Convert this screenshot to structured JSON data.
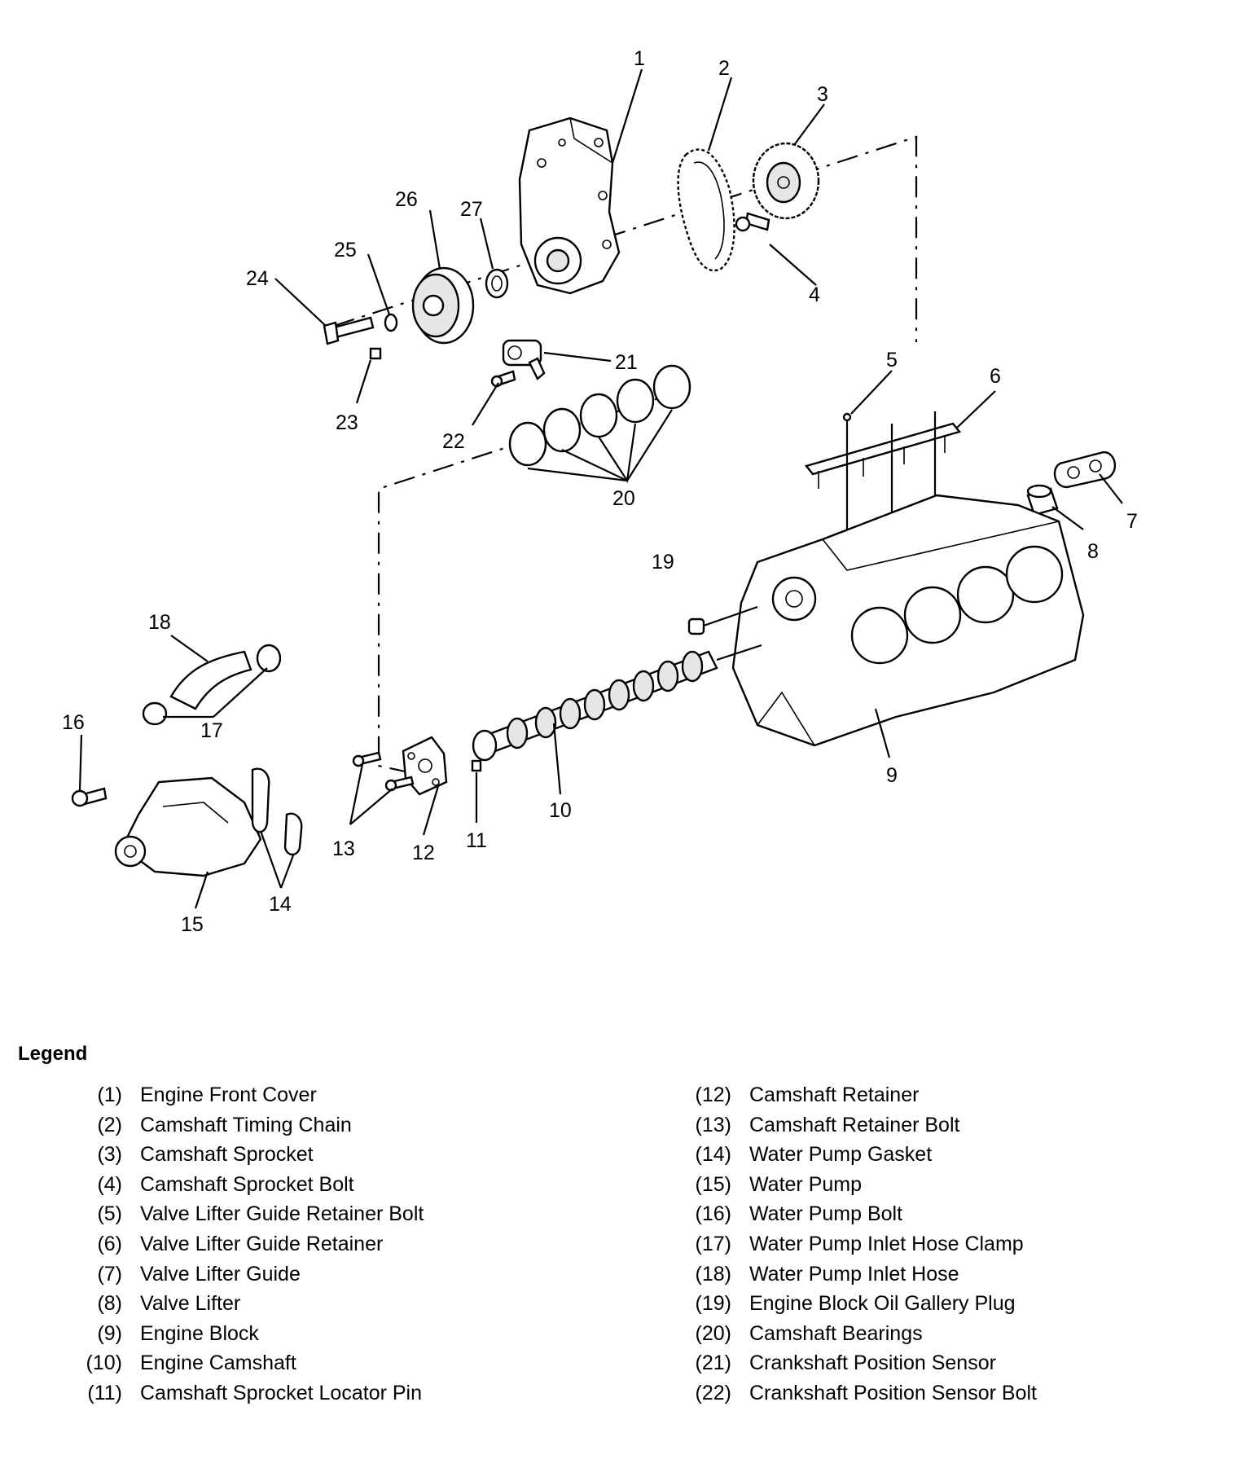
{
  "callouts": [
    "1",
    "2",
    "3",
    "4",
    "5",
    "6",
    "7",
    "8",
    "9",
    "10",
    "11",
    "12",
    "13",
    "14",
    "15",
    "16",
    "17",
    "18",
    "19",
    "20",
    "21",
    "22",
    "23",
    "24",
    "25",
    "26",
    "27"
  ],
  "legend": {
    "title": "Legend",
    "left": [
      {
        "num": "(1)",
        "label": "Engine Front Cover"
      },
      {
        "num": "(2)",
        "label": "Camshaft Timing Chain"
      },
      {
        "num": "(3)",
        "label": "Camshaft Sprocket"
      },
      {
        "num": "(4)",
        "label": "Camshaft Sprocket Bolt"
      },
      {
        "num": "(5)",
        "label": "Valve Lifter Guide Retainer Bolt"
      },
      {
        "num": "(6)",
        "label": "Valve Lifter Guide Retainer"
      },
      {
        "num": "(7)",
        "label": "Valve Lifter Guide"
      },
      {
        "num": "(8)",
        "label": "Valve Lifter"
      },
      {
        "num": "(9)",
        "label": "Engine Block"
      },
      {
        "num": "(10)",
        "label": "Engine Camshaft"
      },
      {
        "num": "(11)",
        "label": "Camshaft Sprocket Locator Pin"
      }
    ],
    "right": [
      {
        "num": "(12)",
        "label": "Camshaft Retainer"
      },
      {
        "num": "(13)",
        "label": "Camshaft Retainer Bolt"
      },
      {
        "num": "(14)",
        "label": "Water Pump Gasket"
      },
      {
        "num": "(15)",
        "label": "Water Pump"
      },
      {
        "num": "(16)",
        "label": "Water Pump Bolt"
      },
      {
        "num": "(17)",
        "label": "Water Pump Inlet Hose Clamp"
      },
      {
        "num": "(18)",
        "label": "Water Pump Inlet Hose"
      },
      {
        "num": "(19)",
        "label": "Engine Block Oil Gallery Plug"
      },
      {
        "num": "(20)",
        "label": "Camshaft Bearings"
      },
      {
        "num": "(21)",
        "label": "Crankshaft Position Sensor"
      },
      {
        "num": "(22)",
        "label": "Crankshaft Position Sensor Bolt"
      }
    ]
  }
}
